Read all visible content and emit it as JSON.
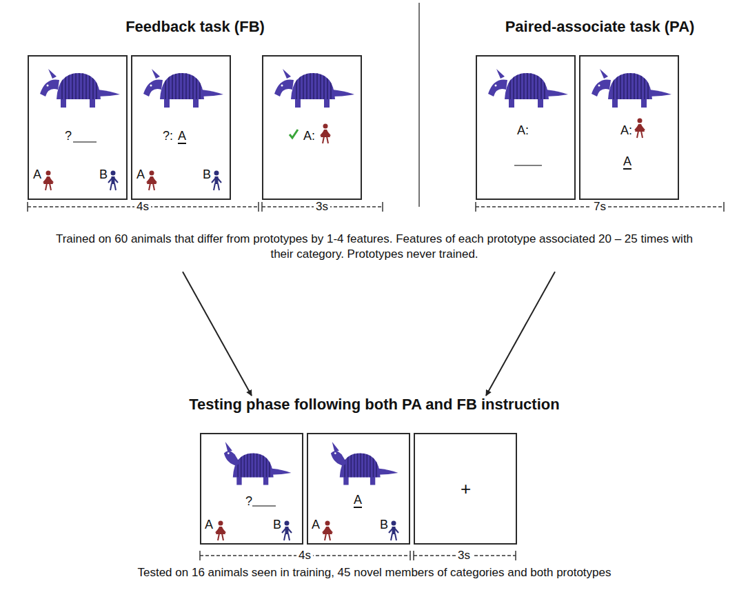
{
  "diagram": {
    "nodes": [
      {
        "text": [
          "Feedback task (FB)"
        ]
      },
      {
        "text": [
          "?",
          "A",
          "B"
        ],
        "in": 0
      },
      {
        "text": [
          "?:",
          "A",
          "A",
          "B"
        ],
        "in": 0
      },
      {
        "text": [
          "A:"
        ],
        "in": 0
      },
      {
        "text": [
          "Paired-associate task (PA)"
        ]
      },
      {
        "text": [
          "A:"
        ],
        "in": 4
      },
      {
        "text": [
          "A:",
          "A"
        ],
        "in": 4
      },
      {
        "text": [
          "Trained on 60 animals that differ from prototypes by 1-4 features. Features of each prototype associated 20 – 25 times with their category. Prototypes never trained."
        ]
      },
      {
        "text": [
          "Testing phase following both PA and FB instruction"
        ]
      },
      {
        "text": [
          "?",
          "A",
          "B"
        ],
        "in": 8
      },
      {
        "text": [
          "A",
          "A",
          "B"
        ],
        "in": 8
      },
      {
        "text": [
          "+"
        ],
        "in": 8
      }
    ],
    "edges": [
      {
        "from": 7,
        "to": 8,
        "arrow": "to"
      },
      {
        "from": 7,
        "to": 8,
        "arrow": "to"
      }
    ],
    "labels": [
      "4s",
      "3s",
      "7s",
      "4s",
      "3s",
      "Tested on 16 animals seen in training, 45 novel members of categories and both prototypes"
    ]
  }
}
